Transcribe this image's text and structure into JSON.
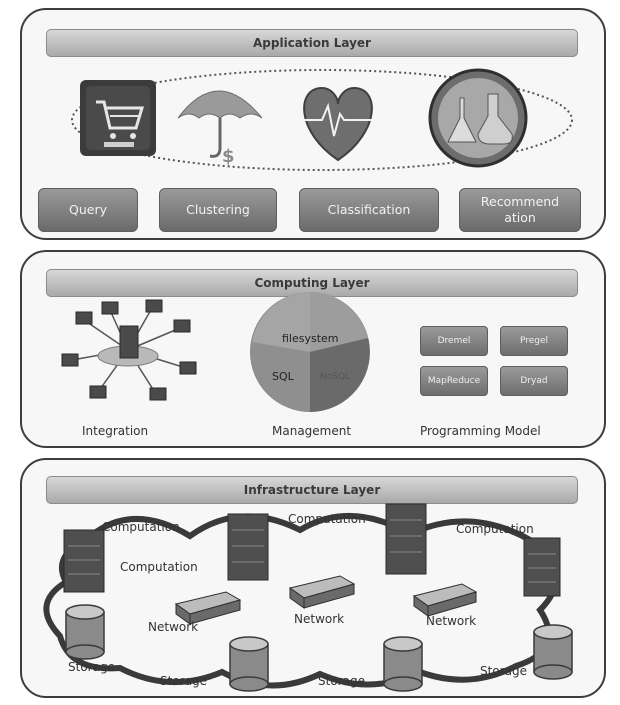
{
  "application_layer": {
    "title": "Application Layer",
    "icons": [
      "shopping-cart-icon",
      "finance-umbrella-icon",
      "heartbeat-icon",
      "laboratory-flask-icon"
    ],
    "buttons": [
      "Query",
      "Clustering",
      "Classification",
      "Recommend ation"
    ]
  },
  "computing_layer": {
    "title": "Computing Layer",
    "integration_label": "Integration",
    "management_label": "Management",
    "management_items": [
      "filesystem",
      "SQL",
      "NoSQL"
    ],
    "programming_label": "Programming Model",
    "programming_models": [
      "Dremel",
      "Pregel",
      "MapReduce",
      "Dryad"
    ]
  },
  "infrastructure_layer": {
    "title": "Infrastructure Layer",
    "computation_labels": [
      "Computation",
      "Computation",
      "Computation",
      "Computation"
    ],
    "network_labels": [
      "Network",
      "Network",
      "Network"
    ],
    "storage_labels": [
      "Storage",
      "Storage",
      "Storage",
      "Storage"
    ]
  }
}
